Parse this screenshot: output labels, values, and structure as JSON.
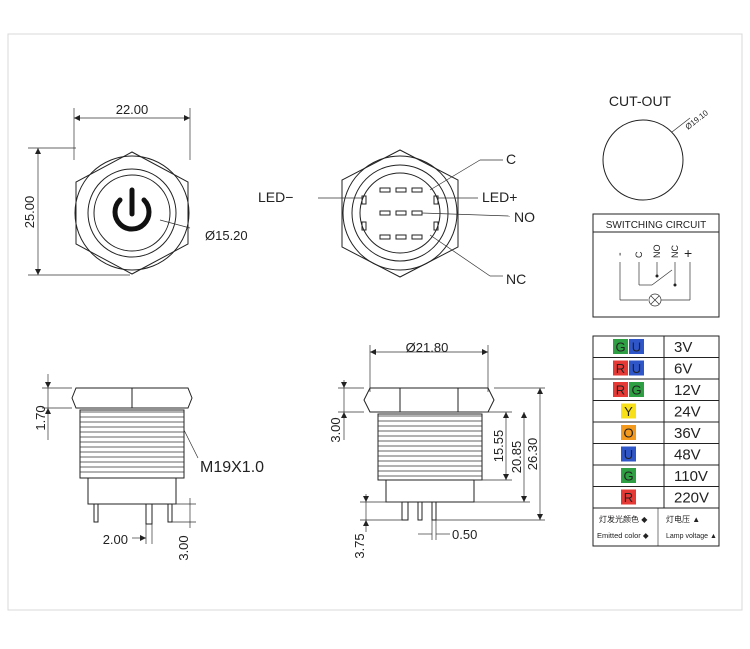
{
  "top_view": {
    "width_dim": "22.00",
    "height_dim": "25.00",
    "diameter_dim": "Ø15.20"
  },
  "rear_view": {
    "label_c": "C",
    "label_led_minus": "LED−",
    "label_led_plus": "LED+",
    "label_no": "NO",
    "label_nc": "NC"
  },
  "cutout": {
    "title": "CUT-OUT",
    "diameter": "Ø19.10"
  },
  "switching_circuit": {
    "title": "SWITCHING CIRCUIT",
    "terminals": [
      "-",
      "C",
      "NO",
      "NC",
      "+"
    ]
  },
  "side_view_left": {
    "head_height": "1.70",
    "thread": "M19X1.0",
    "pin_pitch": "2.00",
    "pin_length": "3.00"
  },
  "side_view_right": {
    "diameter": "Ø21.80",
    "head_height": "3.00",
    "dim_a": "15.55",
    "dim_b": "20.85",
    "dim_c": "26.30",
    "pin_length": "3.75",
    "pin_thickness": "0.50"
  },
  "color_table": {
    "rows": [
      {
        "colors": [
          {
            "letter": "G",
            "bg": "#2ea043"
          },
          {
            "letter": "U",
            "bg": "#2f56c8"
          }
        ],
        "voltage": "3V"
      },
      {
        "colors": [
          {
            "letter": "R",
            "bg": "#e53935"
          },
          {
            "letter": "U",
            "bg": "#2f56c8"
          }
        ],
        "voltage": "6V"
      },
      {
        "colors": [
          {
            "letter": "R",
            "bg": "#e53935"
          },
          {
            "letter": "G",
            "bg": "#2ea043"
          }
        ],
        "voltage": "12V"
      },
      {
        "colors": [
          {
            "letter": "Y",
            "bg": "#f7e01a"
          }
        ],
        "voltage": "24V"
      },
      {
        "colors": [
          {
            "letter": "O",
            "bg": "#f39a1e"
          }
        ],
        "voltage": "36V"
      },
      {
        "colors": [
          {
            "letter": "U",
            "bg": "#2f56c8"
          }
        ],
        "voltage": "48V"
      },
      {
        "colors": [
          {
            "letter": "G",
            "bg": "#2ea043"
          }
        ],
        "voltage": "110V"
      },
      {
        "colors": [
          {
            "letter": "R",
            "bg": "#e53935"
          }
        ],
        "voltage": "220V"
      }
    ],
    "footer_cn_left": "灯发光颜色",
    "footer_cn_right": "灯电压",
    "footer_en_left": "Emitted color",
    "footer_en_right": "Lamp voltage"
  }
}
